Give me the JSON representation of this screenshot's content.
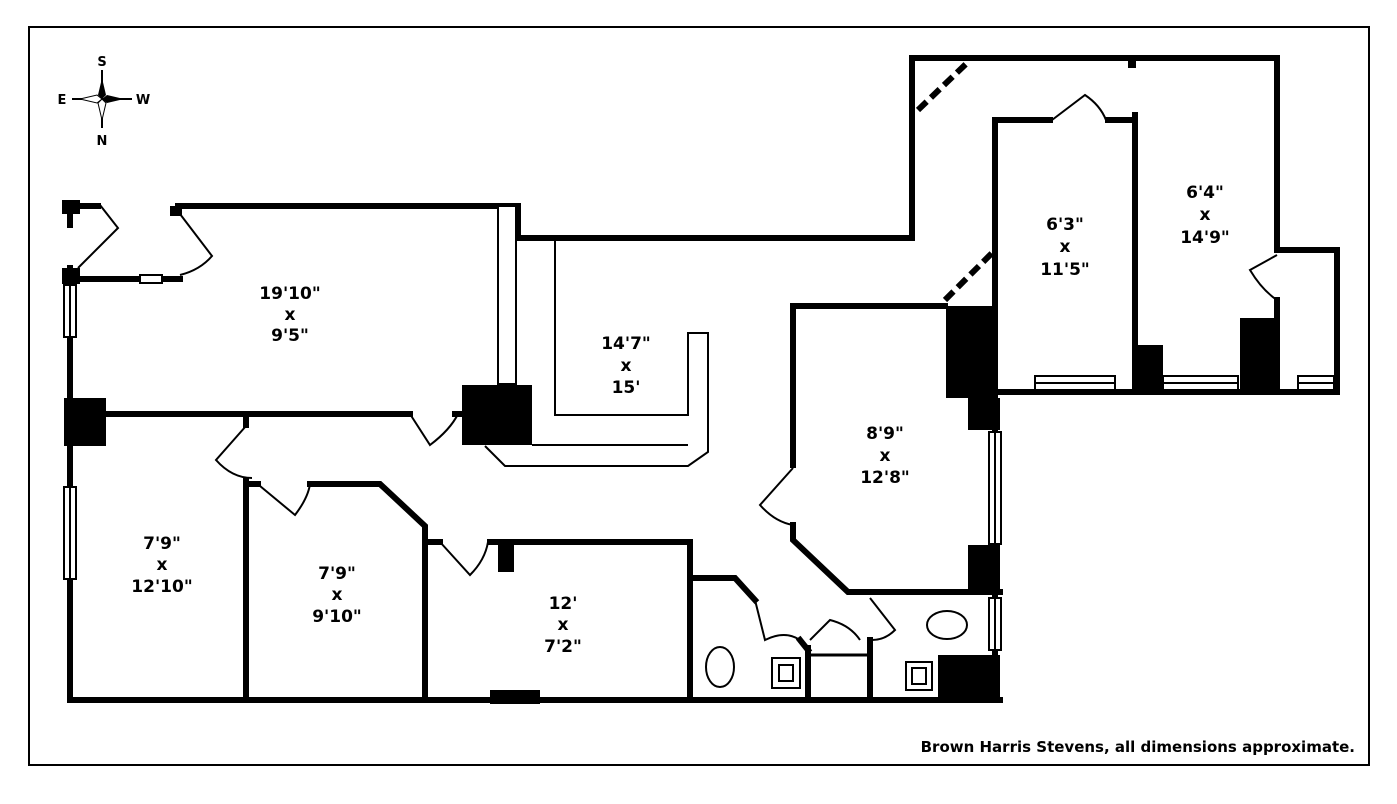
{
  "compass": {
    "south": "S",
    "east": "E",
    "west": "W",
    "north": "N"
  },
  "rooms": [
    {
      "id": "room-19x9",
      "width": "19'10\"",
      "by": "x",
      "length": "9'5\""
    },
    {
      "id": "room-14x15",
      "width": "14'7\"",
      "by": "x",
      "length": "15'"
    },
    {
      "id": "room-6x11",
      "width": "6'3\"",
      "by": "x",
      "length": "11'5\""
    },
    {
      "id": "room-6x14",
      "width": "6'4\"",
      "by": "x",
      "length": "14'9\""
    },
    {
      "id": "room-8x12",
      "width": "8'9\"",
      "by": "x",
      "length": "12'8\""
    },
    {
      "id": "room-7x12",
      "width": "7'9\"",
      "by": "x",
      "length": "12'10\""
    },
    {
      "id": "room-7x9",
      "width": "7'9\"",
      "by": "x",
      "length": "9'10\""
    },
    {
      "id": "room-12x7",
      "width": "12'",
      "by": "x",
      "length": "7'2\""
    }
  ],
  "credit": "Brown Harris Stevens, all dimensions approximate."
}
